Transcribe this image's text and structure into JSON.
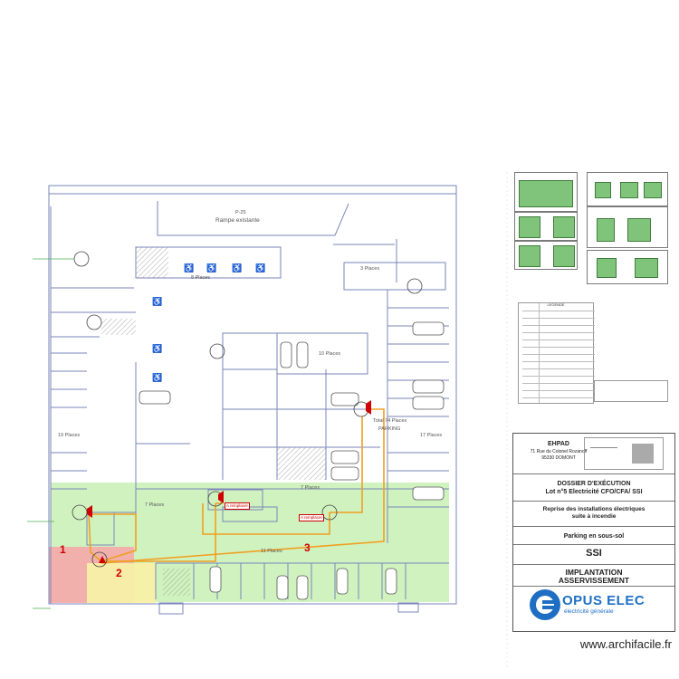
{
  "plan": {
    "ramp_code": "P-25",
    "ramp_label": "Rampe existante",
    "places_8": "8 Places",
    "places_3": "3 Places",
    "places_10": "10 Places",
    "places_19": "19 Places",
    "places_17": "17 Places",
    "places_7a": "7 Places",
    "places_7b": "7 Places",
    "places_11": "11 Places",
    "total_places": "Total 74 Places",
    "parking_label": "PARKING",
    "a_remplacer_1": "A remplacer",
    "a_remplacer_2": "A remplacer",
    "zones": [
      "1",
      "2",
      "3"
    ],
    "colors": {
      "zone_green": "#c8f0b4",
      "zone_red": "#f4a8a8",
      "zone_yellow": "#f8f0a8",
      "wiring": "#f0a020",
      "device": "#d00000",
      "walls": "#7a86b8"
    }
  },
  "title_block": {
    "project": "EHPAD",
    "address_1": "71 Rue du Colonel Rozanoff",
    "address_2": "95330 DOMONT",
    "dossier": "DOSSIER D'EXÉCUTION",
    "lot": "Lot n°5 Electricité CFO/CFA/ SSI",
    "reprise_1": "Reprise des installations électriques",
    "reprise_2": "suite à incendie",
    "level": "Parking en sous-sol",
    "system": "SSI",
    "implantation": "IMPLANTATION",
    "asservissement": "ASSERVISSEMENT",
    "company": "OPUS ELEC",
    "company_sub": "électricité générale"
  },
  "legend": {
    "title": "LEGENDE"
  },
  "watermark": "www.archifacile.fr"
}
